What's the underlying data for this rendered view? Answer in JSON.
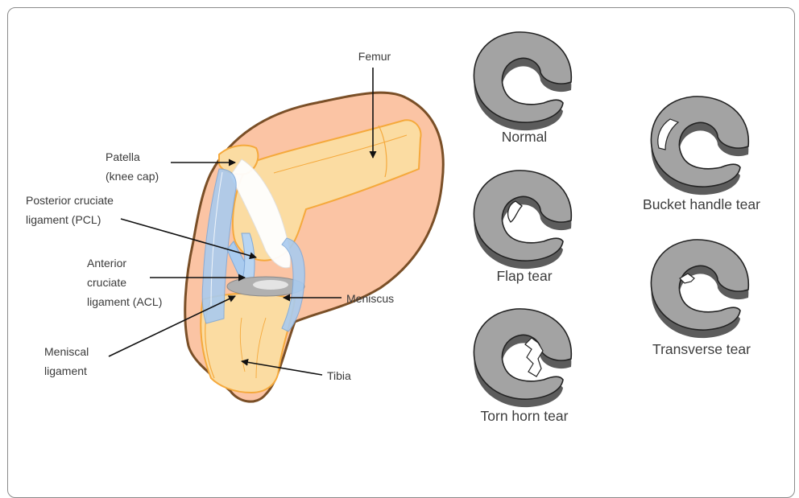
{
  "knee_labels": {
    "femur": "Femur",
    "patella_l1": "Patella",
    "patella_l2": "(knee cap)",
    "pcl_l1": "Posterior cruciate",
    "pcl_l2": "ligament (PCL)",
    "acl_l1": "Anterior",
    "acl_l2": "cruciate",
    "acl_l3": "ligament (ACL)",
    "meniscus": "Meniscus",
    "meniscal_l1": "Meniscal",
    "meniscal_l2": "ligament",
    "tibia": "Tibia"
  },
  "tear_types": {
    "normal": "Normal",
    "flap": "Flap tear",
    "torn_horn": "Torn horn tear",
    "bucket_handle": "Bucket handle tear",
    "transverse": "Transverse tear"
  },
  "colors": {
    "skin_fill": "#fbc4a4",
    "skin_outline": "#7a4f27",
    "bone_fill": "#fbdca2",
    "bone_outline": "#f5a93c",
    "ligament": "#a9cbef",
    "meniscus_gray": "#a3a3a3"
  }
}
